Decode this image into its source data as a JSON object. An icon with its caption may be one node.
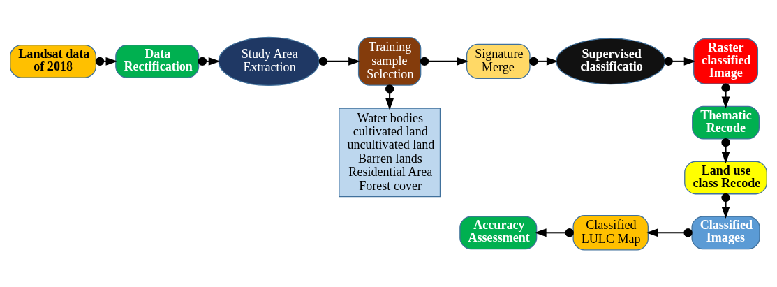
{
  "diagram": {
    "nodes": [
      {
        "text": [
          "Landsat data of 2018"
        ]
      },
      {
        "text": [
          "Data Rectification"
        ]
      },
      {
        "text": [
          "Study Area Extraction"
        ]
      },
      {
        "text": [
          "Training sample Selection"
        ]
      },
      {
        "text": [
          "Water bodies",
          "cultivated land",
          "uncultivated land",
          "Barren lands",
          "Residential Area",
          "Forest cover"
        ]
      },
      {
        "text": [
          "Signature Merge"
        ]
      },
      {
        "text": [
          "Supervised classificatio"
        ]
      },
      {
        "text": [
          "Raster classified Image"
        ]
      },
      {
        "text": [
          "Thematic Recode"
        ]
      },
      {
        "text": [
          "Land use class Recode"
        ]
      },
      {
        "text": [
          "Classified Images"
        ]
      },
      {
        "text": [
          "Classified LULC Map"
        ]
      },
      {
        "text": [
          "Accuracy Assessment"
        ]
      }
    ],
    "edges": [
      {
        "from": 0,
        "to": 1,
        "arrow": "to"
      },
      {
        "from": 1,
        "to": 2,
        "arrow": "to"
      },
      {
        "from": 2,
        "to": 3,
        "arrow": "to"
      },
      {
        "from": 3,
        "to": 4,
        "arrow": "to"
      },
      {
        "from": 3,
        "to": 5,
        "arrow": "to"
      },
      {
        "from": 5,
        "to": 6,
        "arrow": "to"
      },
      {
        "from": 6,
        "to": 7,
        "arrow": "to"
      },
      {
        "from": 7,
        "to": 8,
        "arrow": "to"
      },
      {
        "from": 8,
        "to": 9,
        "arrow": "to"
      },
      {
        "from": 9,
        "to": 10,
        "arrow": "to"
      },
      {
        "from": 10,
        "to": 11,
        "arrow": "to"
      },
      {
        "from": 11,
        "to": 12,
        "arrow": "to"
      }
    ]
  }
}
